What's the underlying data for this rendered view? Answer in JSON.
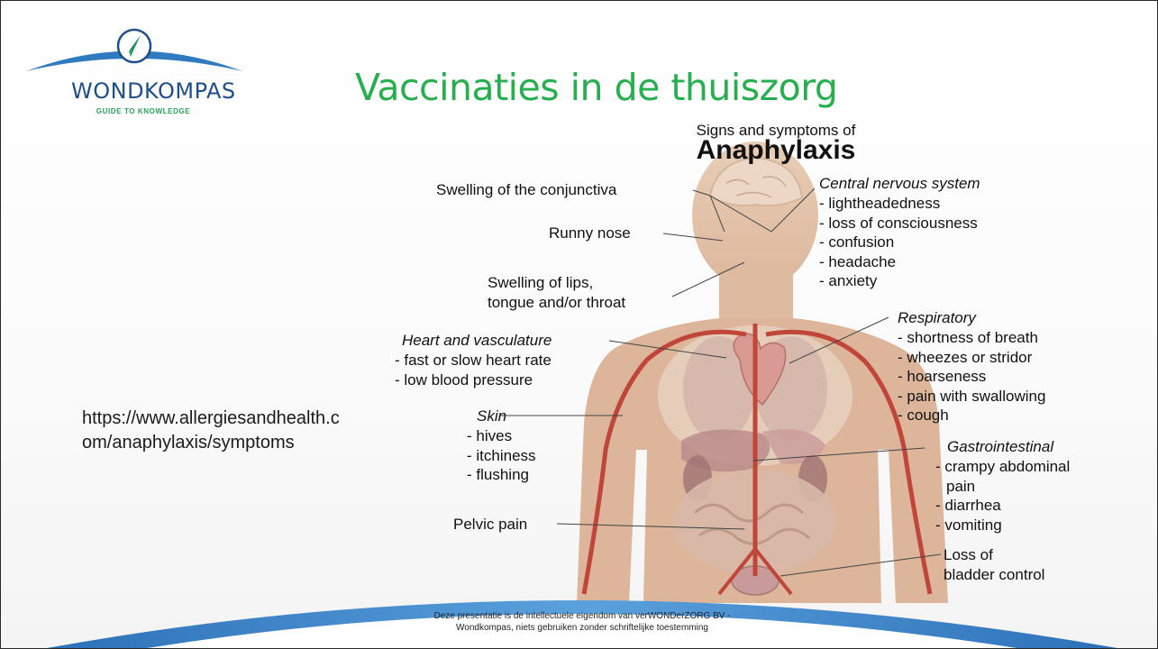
{
  "logo": {
    "name": "WONDKOMPAS",
    "tagline": "GUIDE TO KNOWLEDGE",
    "colors": {
      "blue": "#1f4f8a",
      "green": "#28a35a"
    }
  },
  "slide_title": "Vaccinaties in de thuiszorg",
  "source_link": "https://www.allergiesandhealth.com/anaphylaxis/symptoms",
  "figure": {
    "heading": "Signs and symptoms of",
    "title": "Anaphylaxis",
    "labels": {
      "conjunctiva": "Swelling of the conjunctiva",
      "runny_nose": "Runny nose",
      "lips_line1": "Swelling of lips,",
      "lips_line2": "tongue and/or throat",
      "pelvic": "Pelvic pain",
      "bladder_line1": "Loss of",
      "bladder_line2": "bladder control"
    },
    "groups": {
      "cns": {
        "title": "Central nervous system",
        "items": [
          "- lightheadedness",
          "- loss of consciousness",
          "- confusion",
          "- headache",
          "- anxiety"
        ]
      },
      "heart": {
        "title": "Heart and vasculature",
        "items": [
          "- fast or slow heart rate",
          "- low blood pressure"
        ]
      },
      "respiratory": {
        "title": "Respiratory",
        "items": [
          "- shortness of breath",
          "- wheezes or stridor",
          "- hoarseness",
          "- pain with swallowing",
          "- cough"
        ]
      },
      "skin": {
        "title": "Skin",
        "items": [
          "- hives",
          "- itchiness",
          "- flushing"
        ]
      },
      "gi": {
        "title": "Gastrointestinal",
        "items": [
          "- crampy abdominal",
          "pain",
          "- diarrhea",
          "- vomiting"
        ]
      }
    }
  },
  "footer": {
    "line1": "Deze presentatie is de intellectuele eigendom van verWONDerZORG BV -",
    "line2": "Wondkompas, niets gebruiken zonder schriftelijke toestemming"
  },
  "colors": {
    "title_green": "#27ae4f",
    "arc_blue": "#3d85c6"
  }
}
